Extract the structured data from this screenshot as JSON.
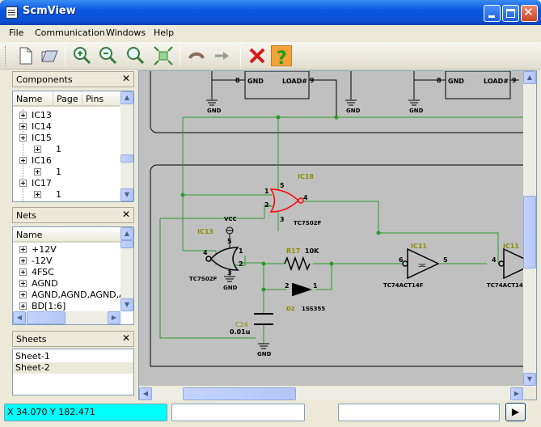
{
  "window": {
    "title": "ScmView"
  },
  "menu": [
    "File",
    "Communication",
    "Windows",
    "Help"
  ],
  "components_panel": {
    "title": "Components",
    "columns": [
      "Name",
      "Page",
      "Pins"
    ],
    "rows": [
      {
        "label": "IC13",
        "level": 0
      },
      {
        "label": "IC14",
        "level": 0
      },
      {
        "label": "IC15",
        "level": 0
      },
      {
        "label": "1",
        "level": 1
      },
      {
        "label": "IC16",
        "level": 0
      },
      {
        "label": "1",
        "level": 1
      },
      {
        "label": "IC17",
        "level": 0
      },
      {
        "label": "1",
        "level": 1
      }
    ]
  },
  "nets_panel": {
    "title": "Nets",
    "columns": [
      "Name"
    ],
    "rows": [
      "+12V",
      "-12V",
      "4FSC",
      "AGND",
      "AGND,AGND,AGND,AG",
      "BD[1:6]"
    ]
  },
  "sheets_panel": {
    "title": "Sheets",
    "rows": [
      "Sheet-1",
      "Sheet-2"
    ],
    "selected": "Sheet-2"
  },
  "schematic": {
    "top_ic_pins": [
      "8",
      "GND",
      "LOAD#",
      "9",
      "8",
      "GND",
      "LOAD#",
      "9"
    ],
    "gnd_labels": [
      "GND",
      "GND",
      "GND",
      "GND",
      "GND"
    ],
    "ic18": {
      "ref": "IC18",
      "part": "TC7S02F",
      "pins": [
        "1",
        "5",
        "2",
        "4",
        "3"
      ]
    },
    "ic13": {
      "ref": "IC13",
      "part": "TC7S02F",
      "pins": [
        "4",
        "5",
        "1",
        "2",
        "3"
      ],
      "vcc": "VCC"
    },
    "r17": {
      "ref": "R17",
      "value": "10K"
    },
    "d2": {
      "ref": "D2",
      "part": "1SS355",
      "pins": [
        "2",
        "1"
      ]
    },
    "c24": {
      "ref": "C24",
      "value": "0.01u"
    },
    "ic11a": {
      "ref": "IC11",
      "part": "TC74ACT14F",
      "pins": [
        "6",
        "5"
      ]
    },
    "ic11b": {
      "ref": "IC11",
      "part": "TC74ACT14",
      "pins": [
        "4"
      ]
    },
    "colors": {
      "canvas": "#c0c0c0",
      "wire": "#2a9a2a",
      "body": "#000000",
      "highlight": "#ff0000",
      "ref": "#8a8a00"
    }
  },
  "status": {
    "coords": "X 34.070 Y 182.471",
    "coords_bg": "#00ffff",
    "field2": "",
    "field3": ""
  },
  "toolbar_icons": [
    "new-icon",
    "open-icon",
    "zoom-in-icon",
    "zoom-out-icon",
    "zoom-area-icon",
    "zoom-fit-icon",
    "back-icon",
    "forward-icon",
    "close-red-icon",
    "help-icon"
  ]
}
